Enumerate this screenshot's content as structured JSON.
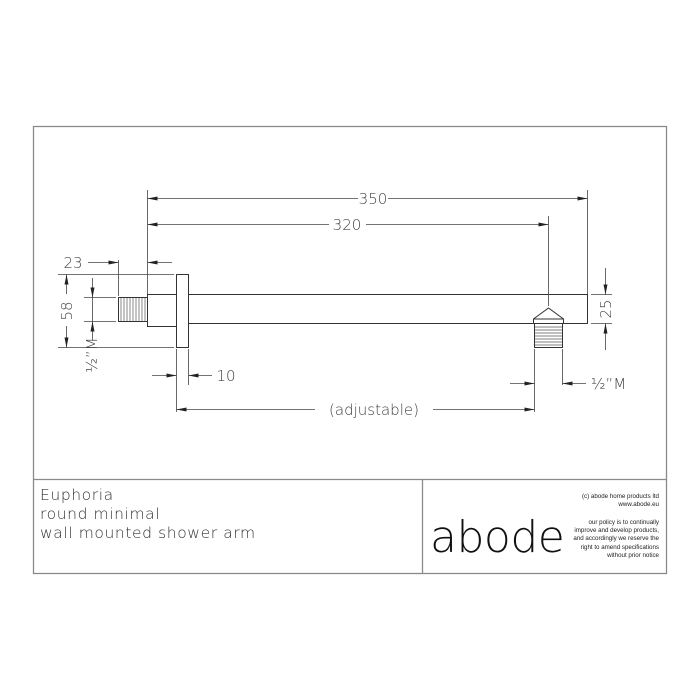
{
  "product": {
    "name": "Euphoria",
    "line2": "round minimal",
    "line3": "wall mounted shower arm"
  },
  "brand": {
    "logo": "abode",
    "copyright": "(c) abode home products ltd",
    "website": "www.abode.eu",
    "policy_lines": [
      "our policy is to continually",
      "improve and develop products,",
      "and accordingly we reserve the",
      "right to amend specifications",
      "without prior notice"
    ]
  },
  "dimensions": {
    "overall_length": "350",
    "outlet_distance": "320",
    "thread_length": "23",
    "flange_diameter": "58",
    "flange_thickness": "10",
    "inlet_thread": "½”M",
    "outlet_thread": "½”M",
    "pipe_diameter": "25",
    "wall_gap": "(adjustable)"
  },
  "colors": {
    "line": "#333333",
    "frame": "#888888",
    "text": "#444444"
  }
}
